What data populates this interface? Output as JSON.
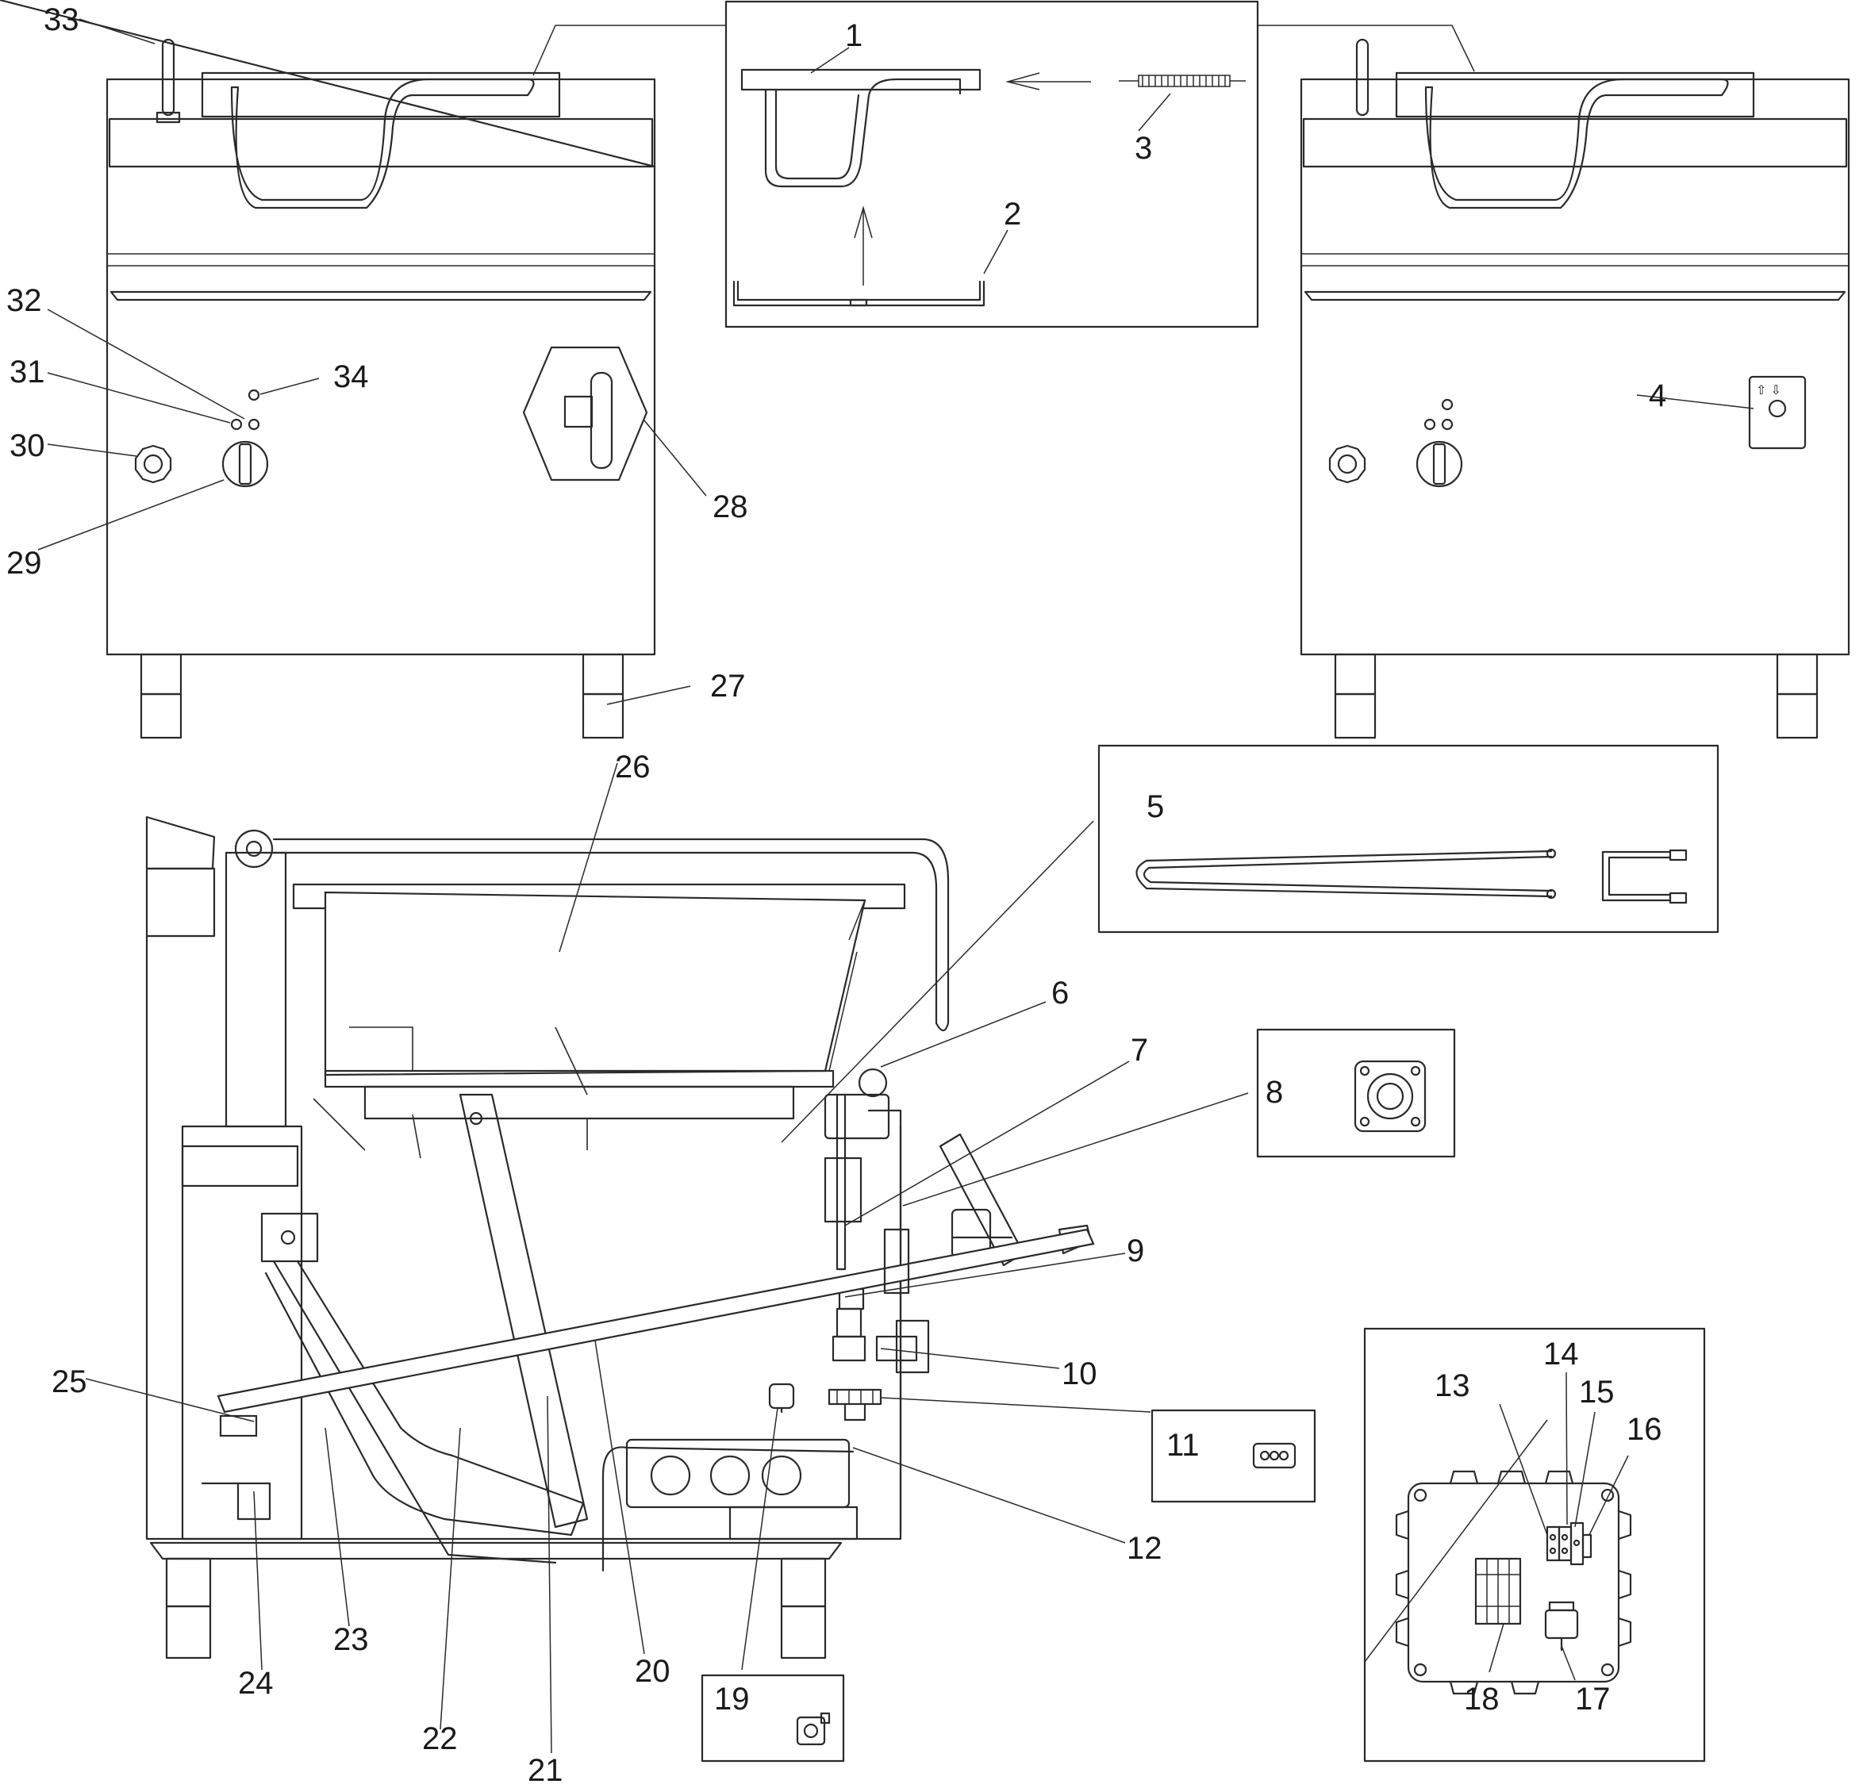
{
  "diagram": {
    "part_labels": {
      "p1": "1",
      "p2": "2",
      "p3": "3",
      "p4": "4",
      "p5": "5",
      "p6": "6",
      "p7": "7",
      "p8": "8",
      "p9": "9",
      "p10": "10",
      "p11": "11",
      "p12": "12",
      "p13": "13",
      "p14": "14",
      "p15": "15",
      "p16": "16",
      "p17": "17",
      "p18": "18",
      "p19": "19",
      "p20": "20",
      "p21": "21",
      "p22": "22",
      "p23": "23",
      "p24": "24",
      "p25": "25",
      "p26": "26",
      "p27": "27",
      "p28": "28",
      "p29": "29",
      "p30": "30",
      "p31": "31",
      "p32": "32",
      "p33": "33",
      "p34": "34"
    },
    "motor_button_symbols": "⇧ ⇩"
  }
}
